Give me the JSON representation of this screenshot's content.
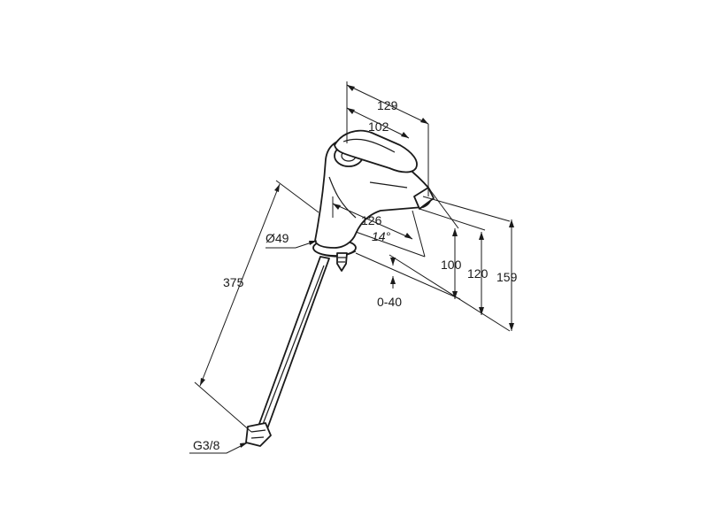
{
  "dimensions": {
    "width_overall": "129",
    "width_handle": "102",
    "spout_reach": "126",
    "spout_angle": "14°",
    "diameter_base": "Ø49",
    "height_100": "100",
    "height_120": "120",
    "height_159": "159",
    "deck_thickness": "0-40",
    "hose_length": "375",
    "thread": "G3/8"
  }
}
